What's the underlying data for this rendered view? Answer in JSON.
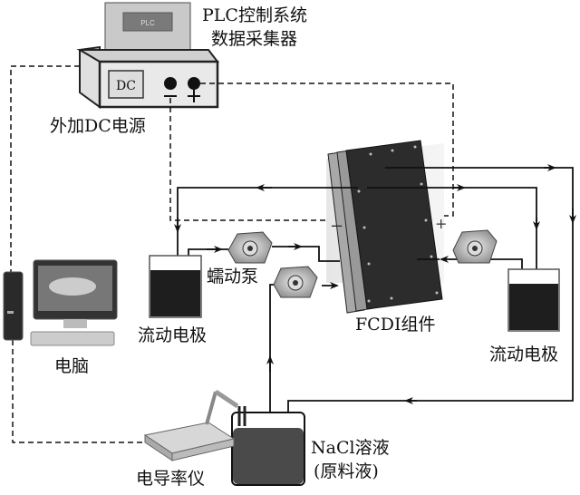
{
  "labels": {
    "plc": "PLC控制系统",
    "collector": "数据采集器",
    "plc_screen": "PLC",
    "dc_badge": "DC",
    "dc_supply": "外加DC电源",
    "pump": "蠕动泵",
    "fcdi": "FCDI组件",
    "flow_electrode_left": "流动电极",
    "flow_electrode_right": "流动电极",
    "computer": "电脑",
    "conductivity_meter": "电导率仪",
    "nacl_line1": "NaCl溶液",
    "nacl_line2": "(原料液)",
    "minus": "−",
    "plus": "+"
  },
  "colors": {
    "line": "#111111",
    "module": "#2b2b2b",
    "liquid": "#1e1e1e",
    "feed_liquid": "#4a4a4a",
    "device_gray": "#c8c8c8"
  }
}
